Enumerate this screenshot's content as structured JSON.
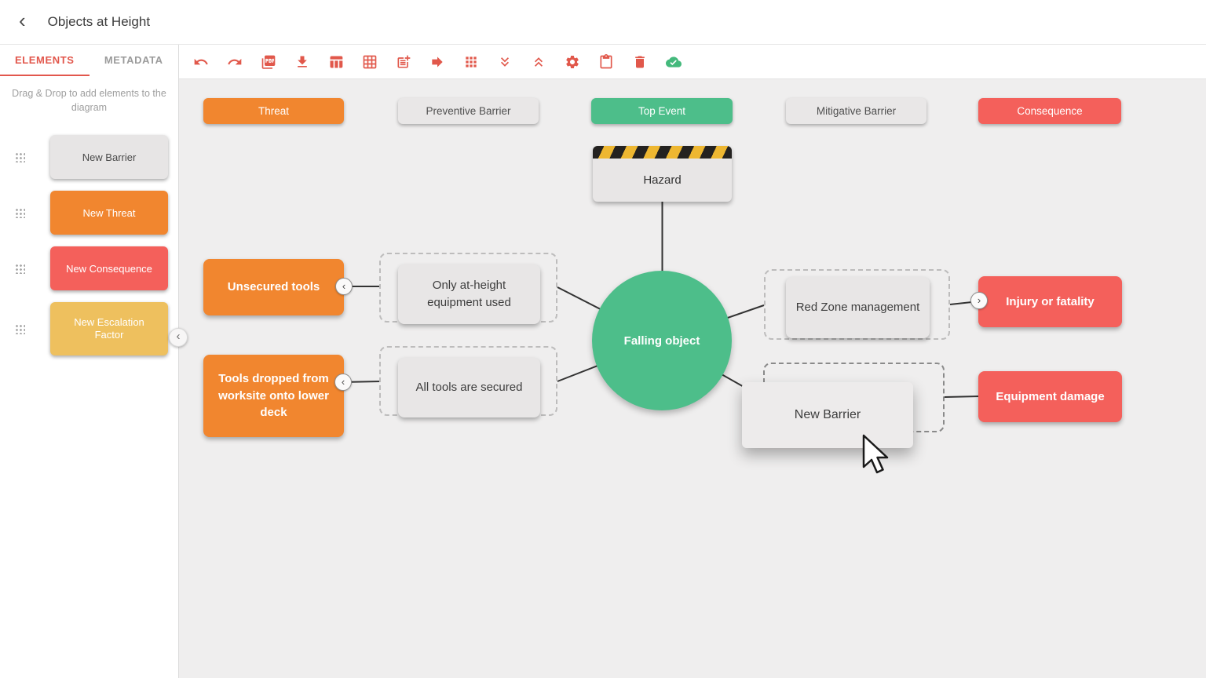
{
  "header": {
    "title": "Objects at Height"
  },
  "sidebar": {
    "tabs": [
      {
        "label": "ELEMENTS",
        "active": true
      },
      {
        "label": "METADATA",
        "active": false
      }
    ],
    "hint": "Drag & Drop to add elements to the diagram",
    "items": [
      {
        "label": "New Barrier",
        "color": "#e7e5e5",
        "text_color": "#4a4a4a"
      },
      {
        "label": "New Threat",
        "color": "#f1862f",
        "text_color": "#ffffff"
      },
      {
        "label": "New Consequence",
        "color": "#f4605b",
        "text_color": "#ffffff"
      },
      {
        "label": "New Escalation Factor",
        "color": "#eec05e",
        "text_color": "#ffffff"
      }
    ]
  },
  "toolbar": {
    "icon_names": [
      "undo",
      "redo",
      "export-pdf",
      "download",
      "table",
      "export-spreadsheet",
      "add-note",
      "forward",
      "apps-grid",
      "collapse-all",
      "expand-all",
      "settings",
      "paste",
      "delete",
      "saved-cloud"
    ],
    "accent_color": "#e1584b",
    "saved_color": "#44b97c"
  },
  "legend": {
    "items": [
      {
        "label": "Threat",
        "color": "#f1862f",
        "text_color": "#ffffff"
      },
      {
        "label": "Preventive Barrier",
        "color": "#e9e7e7",
        "text_color": "#4f4f4f"
      },
      {
        "label": "Top Event",
        "color": "#4dbe8a",
        "text_color": "#ffffff"
      },
      {
        "label": "Mitigative Barrier",
        "color": "#e9e7e7",
        "text_color": "#4f4f4f"
      },
      {
        "label": "Consequence",
        "color": "#f4605b",
        "text_color": "#ffffff"
      }
    ]
  },
  "diagram": {
    "hazard": {
      "label": "Hazard"
    },
    "top_event": {
      "label": "Falling object",
      "color": "#4dbe8a"
    },
    "threats": [
      {
        "label": "Unsecured tools",
        "color": "#f1862f"
      },
      {
        "label": "Tools dropped from worksite onto lower deck",
        "color": "#f1862f"
      }
    ],
    "preventive_barriers": [
      {
        "label": "Only at-height equipment used"
      },
      {
        "label": "All tools are secured"
      }
    ],
    "mitigative_barriers": [
      {
        "label": "Red Zone management"
      },
      {
        "label": "New Barrier"
      }
    ],
    "consequences": [
      {
        "label": "Injury or fatality",
        "color": "#f4605b"
      },
      {
        "label": "Equipment damage",
        "color": "#f4605b"
      }
    ]
  }
}
